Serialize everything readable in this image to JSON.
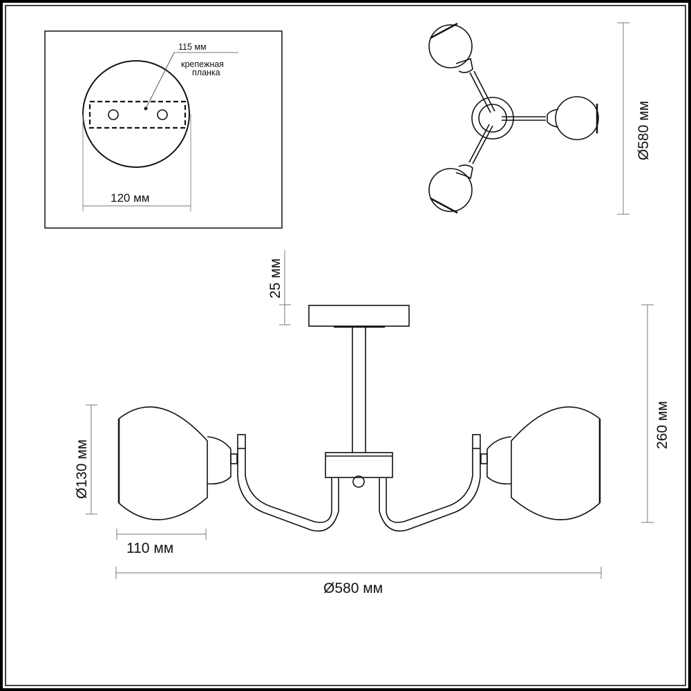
{
  "colors": {
    "line": "#111111",
    "dim_line": "#777777",
    "background": "#ffffff"
  },
  "inset_mounting": {
    "plate_length_label": "115 мм",
    "plate_name_line1": "крепежная",
    "plate_name_line2": "планка",
    "canopy_diameter_label": "120 мм"
  },
  "top_view": {
    "diameter_label": "Ø580 мм"
  },
  "side_view": {
    "canopy_height_label": "25 мм",
    "total_height_label": "260 мм",
    "shade_diameter_label": "Ø130 мм",
    "shade_depth_label": "110 мм",
    "overall_diameter_label": "Ø580 мм"
  }
}
